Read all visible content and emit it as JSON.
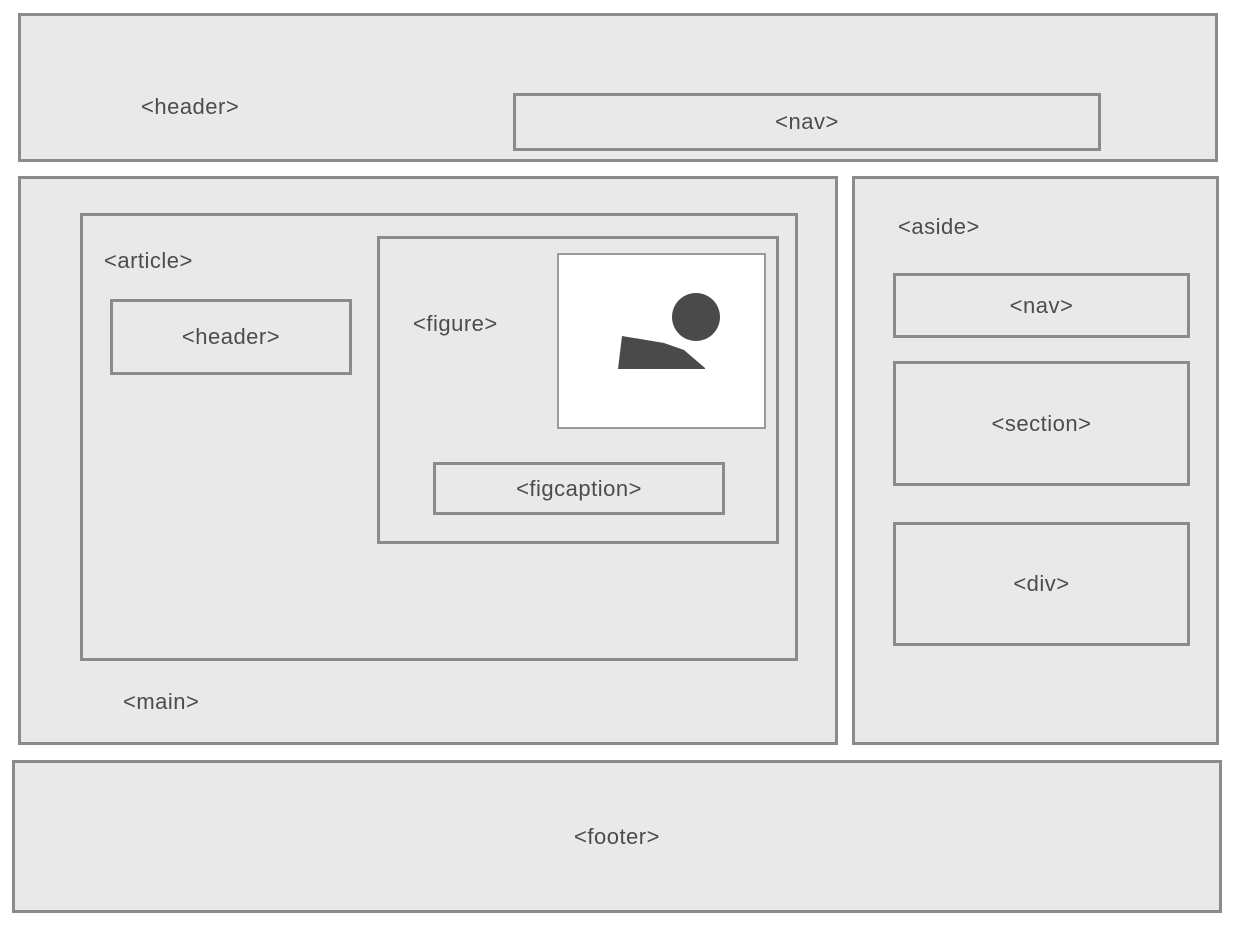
{
  "colors": {
    "page_background": "#ffffff",
    "box_fill": "#e9e9e9",
    "box_border": "#8b8b8b",
    "label_text": "#4c4c4c",
    "image_box_fill": "#ffffff",
    "icon_color": "#4a4a4a"
  },
  "header": {
    "label": "<header>",
    "nav": {
      "label": "<nav>"
    }
  },
  "main": {
    "label": "<main>",
    "article": {
      "label": "<article>",
      "header": {
        "label": "<header>"
      },
      "figure": {
        "label": "<figure>",
        "image_icon": "image-placeholder-icon",
        "figcaption": {
          "label": "<figcaption>"
        }
      }
    }
  },
  "aside": {
    "label": "<aside>",
    "nav": {
      "label": "<nav>"
    },
    "section": {
      "label": "<section>"
    },
    "div": {
      "label": "<div>"
    }
  },
  "footer": {
    "label": "<footer>"
  }
}
